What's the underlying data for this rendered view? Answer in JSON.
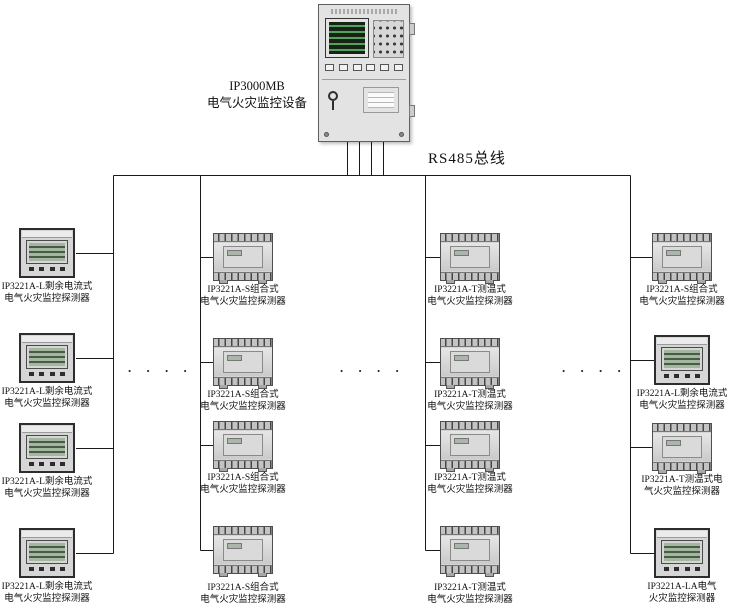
{
  "panel": {
    "model": "IP3000MB",
    "name": "电气火灾监控设备"
  },
  "bus_label": "RS485总线",
  "dots": ". . . .",
  "columns": [
    {
      "devices": [
        {
          "label1": "IP3221A-L剩余电流式",
          "label2": "电气火灾监控探测器"
        },
        {
          "label1": "IP3221A-L剩余电流式",
          "label2": "电气火灾监控探测器"
        },
        {
          "label1": "IP3221A-L剩余电流式",
          "label2": "电气火灾监控探测器"
        },
        {
          "label1": "IP3221A-L剩余电流式",
          "label2": "电气火灾监控探测器"
        }
      ]
    },
    {
      "devices": [
        {
          "label1": "IP3221A-S组合式",
          "label2": "电气火灾监控探测器"
        },
        {
          "label1": "IP3221A-S组合式",
          "label2": "电气火灾监控探测器"
        },
        {
          "label1": "IP3221A-S组合式",
          "label2": "电气火灾监控探测器"
        },
        {
          "label1": "IP3221A-S组合式",
          "label2": "电气火灾监控探测器"
        }
      ]
    },
    {
      "devices": [
        {
          "label1": "IP3221A-T测温式",
          "label2": "电气火灾监控探测器"
        },
        {
          "label1": "IP3221A-T测温式",
          "label2": "电气火灾监控探测器"
        },
        {
          "label1": "IP3221A-T测温式",
          "label2": "电气火灾监控探测器"
        },
        {
          "label1": "IP3221A-T测温式",
          "label2": "电气火灾监控探测器"
        }
      ]
    },
    {
      "devices": [
        {
          "label1": "IP3221A-S组合式",
          "label2": "电气火灾监控探测器"
        },
        {
          "label1": "IP3221A-L剩余电流式",
          "label2": "电气火灾监控探测器"
        },
        {
          "label1": "IP3221A-T测温式电",
          "label2": "气火灾监控探测器"
        },
        {
          "label1": "IP3221A-LA电气",
          "label2": "火灾监控探测器"
        }
      ]
    }
  ]
}
